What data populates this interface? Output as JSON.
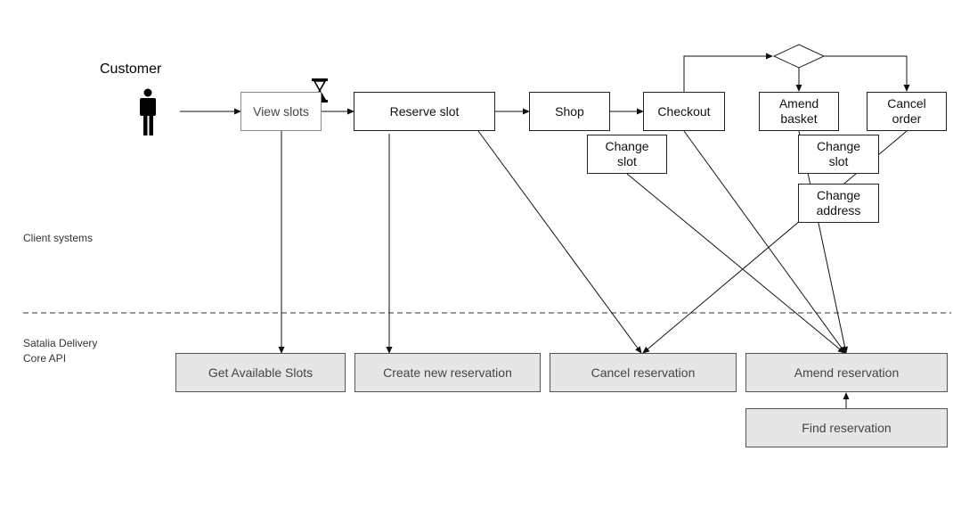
{
  "actor": {
    "label": "Customer",
    "icon": "person-icon"
  },
  "timer_icon": "hourglass-icon",
  "layers": {
    "client": "Client systems",
    "api": "Satalia Delivery\nCore API"
  },
  "client_steps": {
    "view_slots": "View slots",
    "reserve_slot": "Reserve slot",
    "shop": "Shop",
    "checkout": "Checkout",
    "amend_basket": "Amend\nbasket",
    "cancel_order": "Cancel\norder",
    "change_slot_checkout": "Change\nslot",
    "change_slot_amend": "Change\nslot",
    "change_address": "Change\naddress"
  },
  "api_endpoints": {
    "get_available_slots": "Get Available Slots",
    "create_reservation": "Create new reservation",
    "cancel_reservation": "Cancel reservation",
    "amend_reservation": "Amend reservation",
    "find_reservation": "Find reservation"
  },
  "colors": {
    "line": "#111111",
    "api_fill": "#e6e6e6",
    "divider": "#333333"
  }
}
